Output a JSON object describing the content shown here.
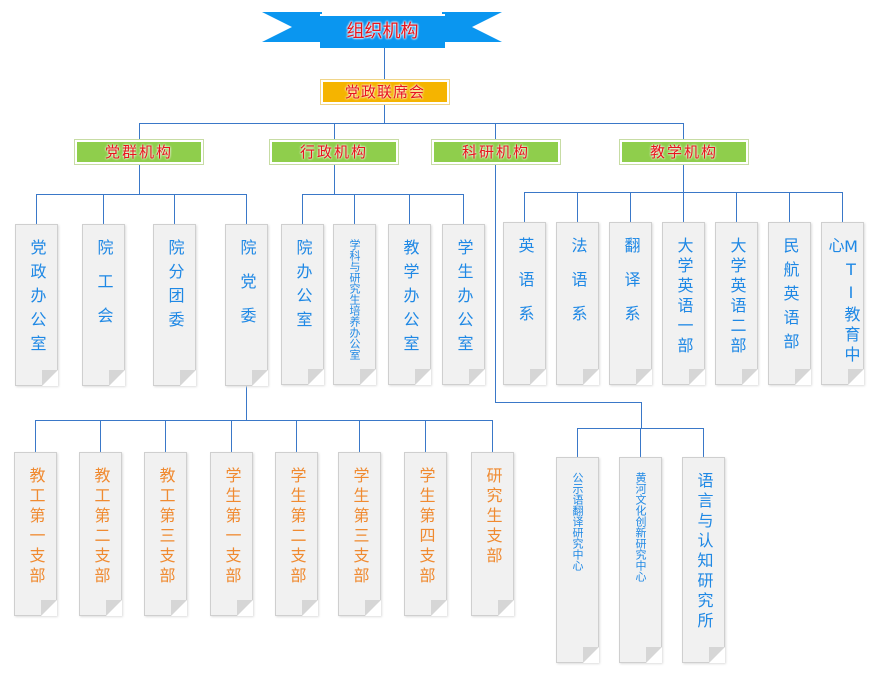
{
  "title": "组织机构",
  "council": "党政联席会",
  "categories": [
    "党群机构",
    "行政机构",
    "科研机构",
    "教学机构"
  ],
  "party_units": [
    "党政办公室",
    "院工会",
    "院分团委",
    "院党委"
  ],
  "admin_units": [
    "院办公室",
    "学科与研究生培养办公室",
    "教学办公室",
    "学生办公室"
  ],
  "teaching_units": [
    "英语系",
    "法语系",
    "翻译系",
    "大学英语一部",
    "大学英语二部",
    "民航英语部",
    "MTI教育中心"
  ],
  "research_units": [
    "公示语翻译研究中心",
    "黄河文化创新研究中心",
    "语言与认知研究所"
  ],
  "party_branches": [
    "教工第一支部",
    "教工第二支部",
    "教工第三支部",
    "学生第一支部",
    "学生第二支部",
    "学生第三支部",
    "学生第四支部",
    "研究生支部"
  ],
  "colors": {
    "title_blue": "#0a96f0",
    "council": "#f5b400",
    "category": "#8fce4c",
    "text_blue": "#1e88e5",
    "text_orange": "#f08a30"
  }
}
